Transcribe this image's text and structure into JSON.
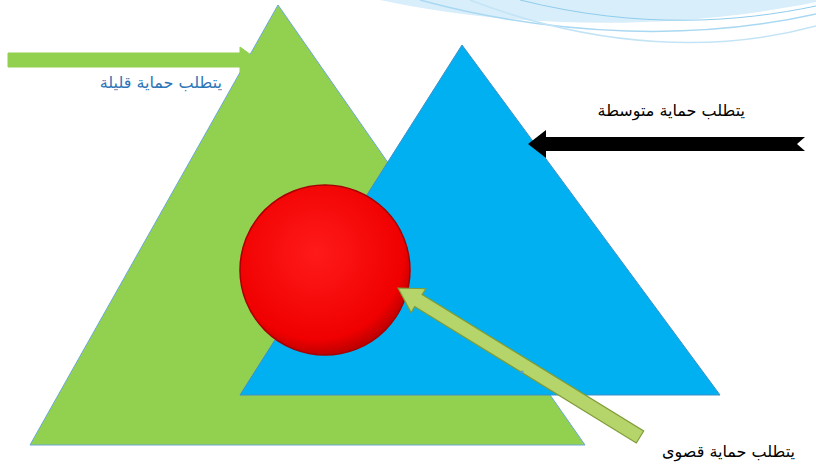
{
  "diagram": {
    "labels": [
      "يتطلب حماية قليلة",
      "يتطلب حماية متوسطة",
      "يتطلب حماية قصوى"
    ]
  }
}
